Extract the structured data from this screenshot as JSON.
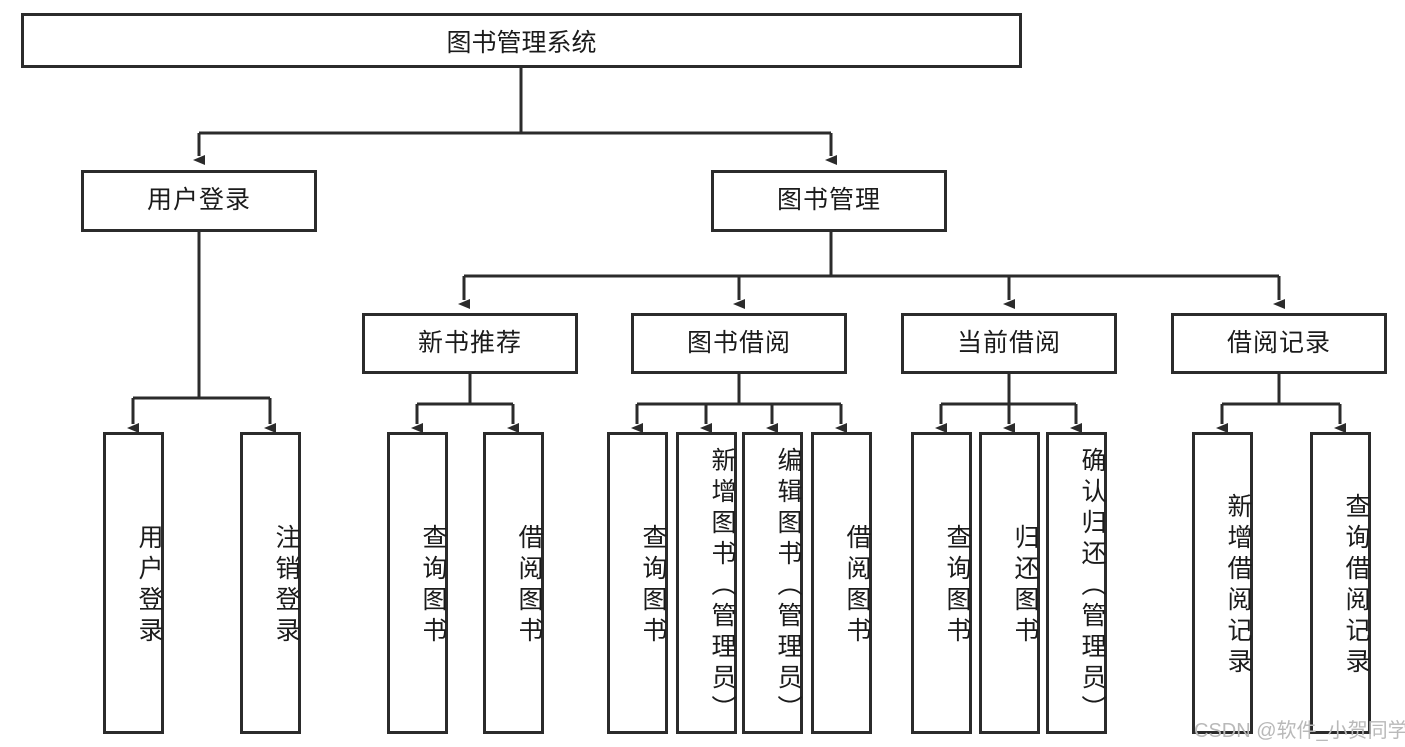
{
  "diagram": {
    "title": "图书管理系统",
    "type": "tree",
    "stroke_color": "#2b2b2b",
    "fill_color": "#ffffff",
    "text_color": "#1b1b1b",
    "root": {
      "label": "图书管理系统"
    },
    "level2": [
      {
        "label": "用户登录"
      },
      {
        "label": "图书管理"
      }
    ],
    "level3": [
      {
        "label": "新书推荐"
      },
      {
        "label": "图书借阅"
      },
      {
        "label": "当前借阅"
      },
      {
        "label": "借阅记录"
      }
    ],
    "leaves": {
      "user_login": [
        {
          "label": "用户登录"
        },
        {
          "label": "注销登录"
        }
      ],
      "new_book": [
        {
          "label": "查询图书"
        },
        {
          "label": "借阅图书"
        }
      ],
      "book_borrow": [
        {
          "label": "查询图书"
        },
        {
          "label": "新增图书（管理员）"
        },
        {
          "label": "编辑图书（管理员）"
        },
        {
          "label": "借阅图书"
        }
      ],
      "current_borrow": [
        {
          "label": "查询图书"
        },
        {
          "label": "归还图书"
        },
        {
          "label": "确认归还（管理员）"
        }
      ],
      "borrow_record": [
        {
          "label": "新增借阅记录"
        },
        {
          "label": "查询借阅记录"
        }
      ]
    }
  },
  "watermark": {
    "text": "CSDN @软件_小贺同学",
    "color": "#b9b9b9"
  }
}
